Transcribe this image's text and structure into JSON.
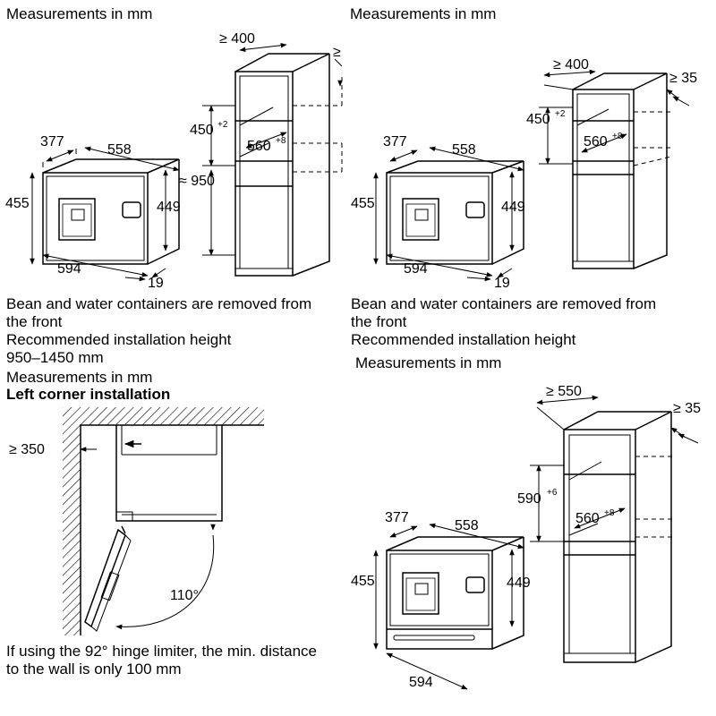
{
  "panels": {
    "tl": {
      "heading": "Measurements in mm",
      "dims": {
        "d377": "377",
        "d558": "558",
        "d455": "455",
        "d449": "449",
        "d594": "594",
        "d19": "19",
        "d400": "≥ 400",
        "d450": "450",
        "d450sup": "+2",
        "d560": "560",
        "d560sup": "+8",
        "d950": "≈ 950"
      },
      "notes": [
        "Bean and water containers are removed from",
        "the front",
        "Recommended installation height",
        "950–1450 mm"
      ]
    },
    "tr": {
      "heading": "Measurements in mm",
      "dims": {
        "d377": "377",
        "d558": "558",
        "d455": "455",
        "d449": "449",
        "d594": "594",
        "d19": "19",
        "d400": "≥ 400",
        "d35": "≥ 35",
        "d450": "450",
        "d450sup": "+2",
        "d560": "560",
        "d560sup": "+8"
      },
      "notes": [
        "Bean and water containers are removed from",
        "the front",
        "Recommended installation height"
      ]
    },
    "bl": {
      "heading": "Measurements in mm",
      "subheading": "Left corner installation",
      "dims": {
        "d350": "≥ 350",
        "angle": "110°"
      },
      "notes": [
        "If using the 92° hinge limiter, the min. distance",
        "to the wall is only 100 mm"
      ]
    },
    "br": {
      "heading": "Measurements in mm",
      "dims": {
        "d377": "377",
        "d558": "558",
        "d455": "455",
        "d449": "449",
        "d594": "594",
        "d550": "≥ 550",
        "d35": "≥ 35",
        "d590": "590",
        "d590sup": "+6",
        "d560": "560",
        "d560sup": "+8"
      }
    }
  }
}
